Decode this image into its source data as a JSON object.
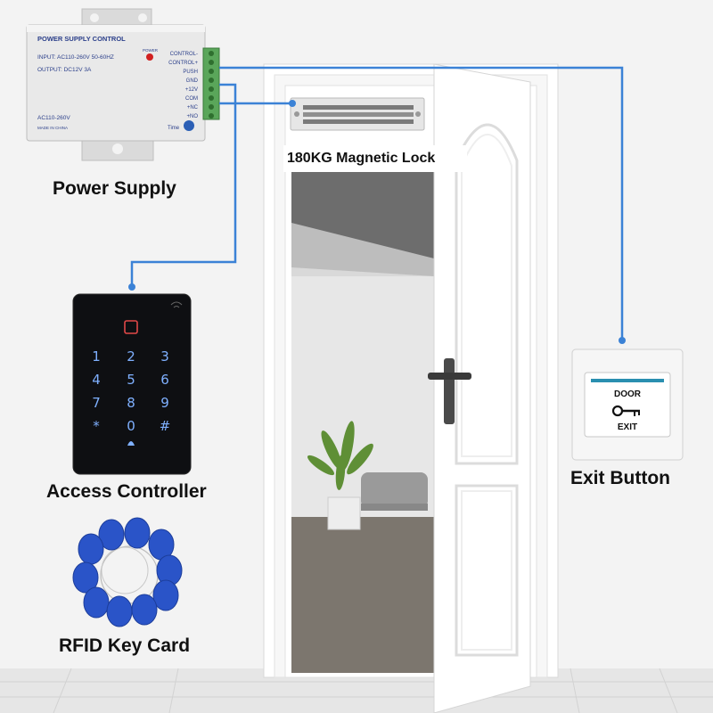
{
  "title": "",
  "components": {
    "power_supply": {
      "caption": "Power Supply",
      "label_title": "POWER SUPPLY CONTROL",
      "label_input": "INPUT: AC110-260V 50-60HZ",
      "label_output": "OUTPUT: DC12V  3A",
      "label_ac": "AC110-260V",
      "label_made": "MADE IN CHINA",
      "power_led_label": "POWER",
      "time_label": "Time",
      "terminals": [
        "CONTROL-",
        "CONTROL+",
        "PUSH",
        "GND",
        "+12V",
        "COM",
        "+NC",
        "+NO"
      ]
    },
    "magnetic_lock": {
      "caption": "180KG Magnetic Lock"
    },
    "access_controller": {
      "caption": "Access Controller",
      "keys": [
        "1",
        "2",
        "3",
        "4",
        "5",
        "6",
        "7",
        "8",
        "9",
        "*",
        "0",
        "#"
      ]
    },
    "rfid": {
      "caption": "RFID Key Card"
    },
    "exit_button": {
      "caption": "Exit Button",
      "line1": "DOOR",
      "line2": "EXIT"
    }
  },
  "colors": {
    "wire": "#3b82d6",
    "background": "#f3f3f3",
    "keypad": "#0e0f12",
    "key_glow": "#7fb0ff",
    "rfid": "#2a54c8"
  }
}
